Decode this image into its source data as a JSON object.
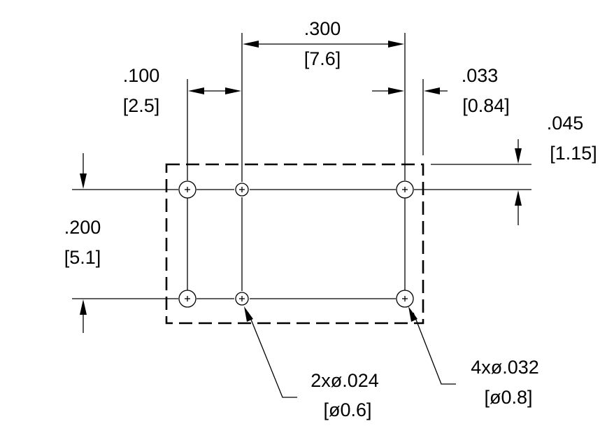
{
  "dimensions": {
    "pitch_x": {
      "inch": ".300",
      "mm": "[7.6]"
    },
    "offset_x": {
      "inch": ".100",
      "mm": "[2.5]"
    },
    "edge_x": {
      "inch": ".033",
      "mm": "[0.84]"
    },
    "edge_y": {
      "inch": ".045",
      "mm": "[1.15]"
    },
    "pitch_y": {
      "inch": ".200",
      "mm": "[5.1]"
    }
  },
  "callouts": {
    "small_holes": {
      "inch": "2xø.024",
      "mm": "[ø0.6]"
    },
    "large_holes": {
      "inch": "4xø.032",
      "mm": "[ø0.8]"
    }
  }
}
